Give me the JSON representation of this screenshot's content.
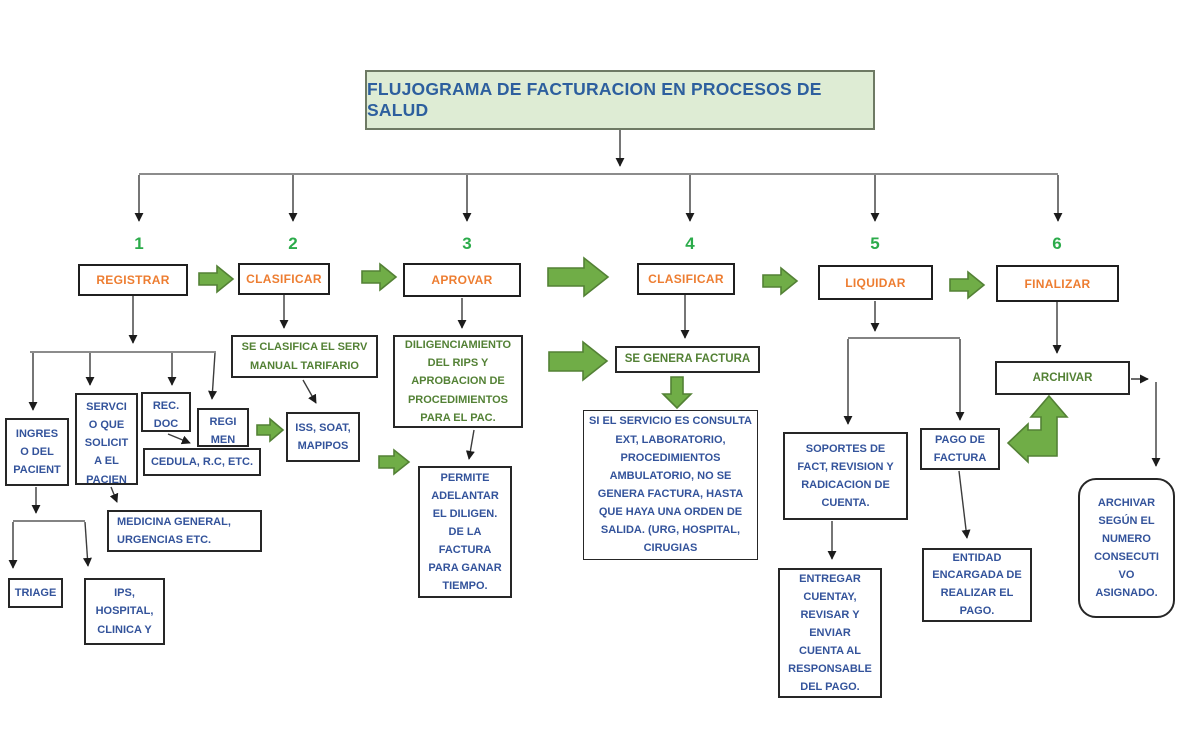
{
  "title": {
    "text": "FLUJOGRAMA DE FACTURACION EN PROCESOS DE SALUD"
  },
  "stages": [
    {
      "number": "1",
      "label": "REGISTRAR"
    },
    {
      "number": "2",
      "label": "CLASIFICAR"
    },
    {
      "number": "3",
      "label": "APROVAR"
    },
    {
      "number": "4",
      "label": "CLASIFICAR"
    },
    {
      "number": "5",
      "label": "LIQUIDAR"
    },
    {
      "number": "6",
      "label": "FINALIZAR"
    }
  ],
  "boxes": {
    "ingreso": "INGRES\nO DEL\nPACIENT",
    "servicio": "SERVCI\nO QUE\nSOLICIT\nA EL\nPACIEN",
    "rec_doc": "REC.\nDOC",
    "regimen": "REGI\nMEN",
    "cedula": "CEDULA, R.C, ETC.",
    "medicina": "MEDICINA GENERAL,\nURGENCIAS ETC.",
    "triage": "TRIAGE",
    "ips": "IPS,\nHOSPITAL,\nCLINICA Y",
    "clasifica_manual": "SE CLASIFICA EL SERV\nMANUAL TARIFARIO",
    "iss_soat": "ISS, SOAT,\nMAPIPOS",
    "diligenciamiento": "DILIGENCIAMIENTO\nDEL RIPS Y\nAPROBACION DE\nPROCEDIMIENTOS\nPARA EL PAC.",
    "permite": "PERMITE\nADELANTAR\nEL DILIGEN.\nDE LA\nFACTURA\nPARA GANAR\nTIEMPO.",
    "genera_factura": "SE GENERA FACTURA",
    "condicion_factura": "SI EL SERVICIO ES CONSULTA\nEXT, LABORATORIO,\nPROCEDIMIENTOS\nAMBULATORIO, NO SE\nGENERA FACTURA, HASTA\nQUE HAYA UNA ORDEN DE\nSALIDA. (URG, HOSPITAL,\nCIRUGIAS",
    "soportes": "SOPORTES DE\nFACT, REVISION Y\nRADICACION DE\nCUENTA.",
    "entregar": "ENTREGAR\nCUENTAY,\nREVISAR Y\nENVIAR\nCUENTA AL\nRESPONSABLE\nDEL PAGO.",
    "pago_factura": "PAGO DE\nFACTURA",
    "entidad_pago": "ENTIDAD\nENCARGADA DE\nREALIZAR EL\nPAGO.",
    "archivar": "ARCHIVAR",
    "archivar_segun": "ARCHIVAR\nSEGÚN EL\nNUMERO\nCONSECUTI\nVO\nASIGNADO."
  },
  "colors": {
    "title_bg": "#deecd4",
    "green_arrow": "#70ad47",
    "green_text": "#538135",
    "stage_number_green": "#2bab4a",
    "stage_label_orange": "#ed7d31",
    "body_text_blue": "#33539b"
  }
}
